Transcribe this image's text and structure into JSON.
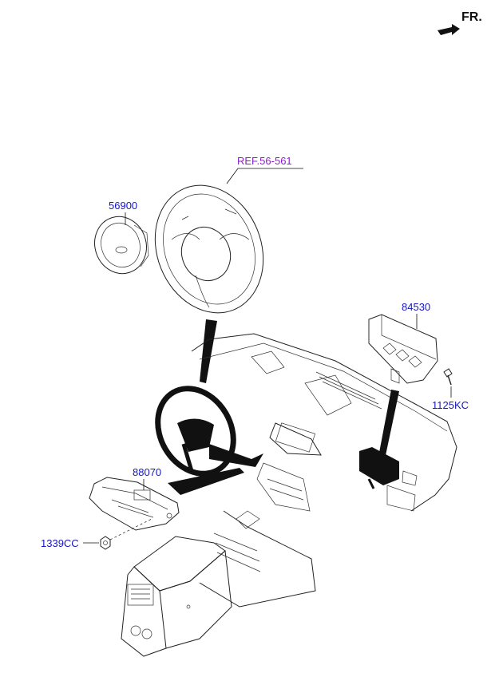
{
  "direction_indicator": {
    "label": "FR."
  },
  "reference": {
    "label": "REF.56-561"
  },
  "parts": [
    {
      "id": "driver-airbag",
      "number": "56900"
    },
    {
      "id": "passenger-airbag",
      "number": "84530"
    },
    {
      "id": "bolt",
      "number": "1125KC"
    },
    {
      "id": "knee-airbag",
      "number": "88070"
    },
    {
      "id": "nut",
      "number": "1339CC"
    }
  ],
  "colors": {
    "part_number": "#1515c8",
    "reference": "#8a1fc9",
    "line_art": "#222222"
  }
}
